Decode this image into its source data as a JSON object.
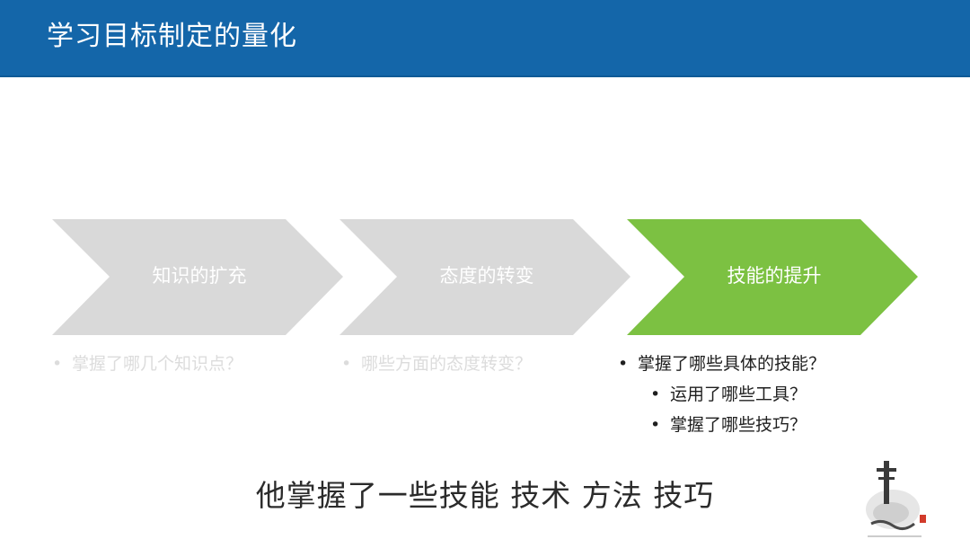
{
  "header": {
    "title": "学习目标制定的量化"
  },
  "chevrons": [
    {
      "label": "知识的扩充",
      "color": "#d9d9d9",
      "active": false
    },
    {
      "label": "态度的转变",
      "color": "#d9d9d9",
      "active": false
    },
    {
      "label": "技能的提升",
      "color": "#7cc142",
      "active": true
    }
  ],
  "lists": {
    "knowledge": [
      "掌握了哪几个知识点？"
    ],
    "attitude": [
      "哪些方面的态度转变？"
    ],
    "skills": {
      "main": "掌握了哪些具体的技能？",
      "sub": [
        "运用了哪些工具？",
        "掌握了哪些技巧？"
      ]
    }
  },
  "subtitle": "他掌握了一些技能 技术 方法 技巧",
  "logo": {
    "icon": "ink-painting-logo"
  },
  "colors": {
    "header": "#1466a9",
    "inactive": "#d9d9d9",
    "active": "#7cc142"
  }
}
